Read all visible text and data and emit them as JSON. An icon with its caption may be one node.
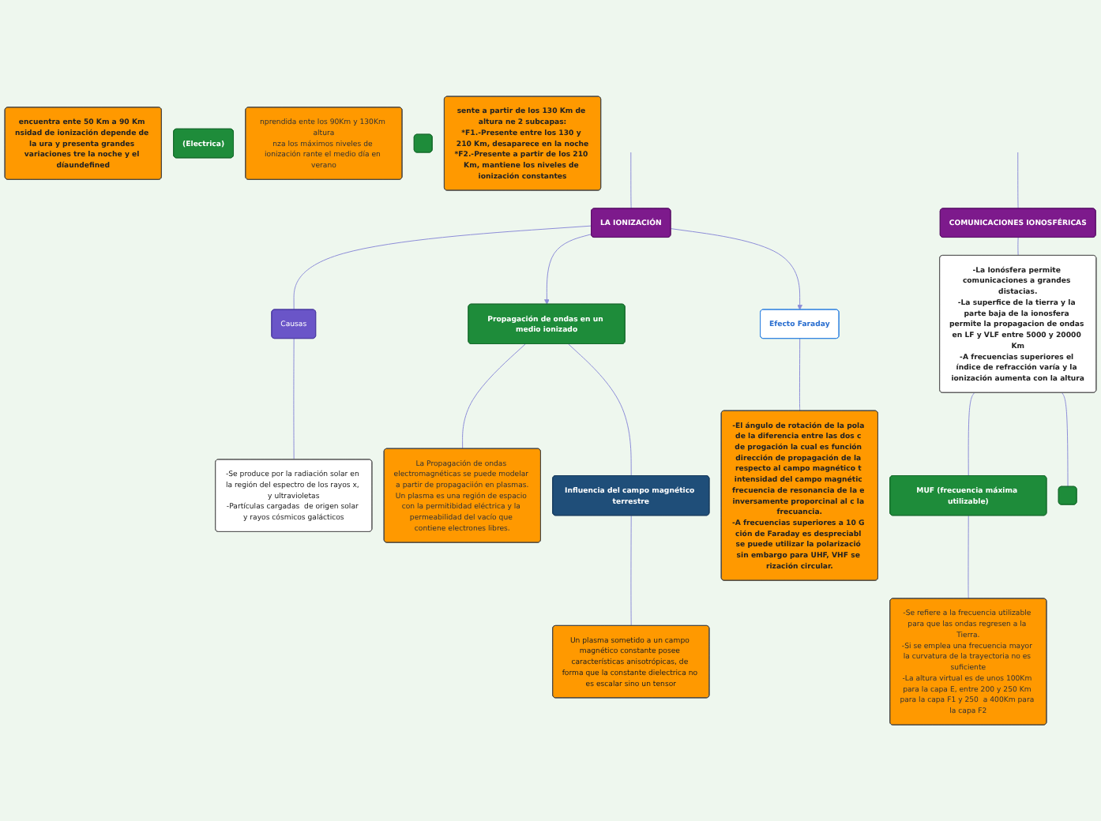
{
  "diagram": {
    "nodes": [
      {
        "text": [
          "LA IONIZACIÓN"
        ]
      },
      {
        "text": [
          "Causas"
        ]
      },
      {
        "text": [
          "-Se produce por la radiación solar en la región del espectro de los rayos x, y ultravioletas",
          "-Partículas cargadas  de origen solar y rayos cósmicos galácticos"
        ]
      },
      {
        "text": [
          "Propagación de ondas en un medio ionizado"
        ]
      },
      {
        "text": [
          "La Propagación de ondas electromagnéticas se puede modelar a partir de propagaciión en plasmas.",
          "Un plasma es una región de espacio con la permitibidad eléctrica y la permeabilidad del vacío que contiene electrones libres."
        ]
      },
      {
        "text": [
          "Influencia del campo magnético terrestre"
        ]
      },
      {
        "text": [
          "Un plasma sometido a un campo magnético constante posee características anisotrópicas, de forma que la constante dielectrica no es escalar sino un tensor"
        ]
      },
      {
        "text": [
          "Efecto Faraday"
        ]
      },
      {
        "text": [
          "-El ángulo de rotación de la pola de la diferencia entre las dos c de progación la cual es función dirección de propagación de la respecto al campo magnético t intensidad del campo magnétic frecuencia de resonancia de la e inversamente proporcinal al c la frecuancia.",
          "-A frecuencias superiores a 10 G ción de Faraday es despreciabl se puede utilizar la polarizació sin embargo para UHF, VHF se rización circular."
        ]
      },
      {
        "text": [
          "COMUNICACIONES IONOSFÉRICAS"
        ]
      },
      {
        "text": [
          "-La Ionósfera permite comunicaciones a grandes distacias.",
          "-La superfice de la tierra y la parte baja de la ionosfera permite la propagacion de ondas en LF y VLF entre 5000 y 20000 Km",
          "-A frecuencias superiores el índice de refracción varía y la ionización aumenta con la altura"
        ]
      },
      {
        "text": [
          "MUF (frecuencia máxima utilizable)"
        ]
      },
      {
        "text": [
          "-Se refiere a la frecuencia utilizable para que las ondas regresen a la Tierra.",
          "-Si se emplea una frecuencia mayor la curvatura de la trayectoria no es suficiente",
          "-La altura virtual es de unos 100Km para la capa E, entre 200 y 250 Km para la capa F1 y 250  a 400Km para la capa F2"
        ]
      },
      {
        "text": [],
        "shape": "box"
      },
      {
        "text": [
          "encuentra ente 50 Km a 90 Km nsidad de ionización depende de la ura y presenta grandes variaciones tre la noche y el díaundefined"
        ]
      },
      {
        "text": [
          "(Electrica)"
        ]
      },
      {
        "text": [
          "nprendida ente los 90Km y 130Km altura",
          "nza los máximos niveles de ionización rante el medio día en verano"
        ]
      },
      {
        "text": [],
        "shape": "box"
      },
      {
        "text": [
          "sente a partir de los 130 Km de altura ne 2 subcapas:",
          "*F1.-Presente entre los 130 y 210 Km, desaparece en la noche",
          "*F2.-Presente a partir de los 210 Km, mantiene los niveles de ionización constantes"
        ]
      }
    ],
    "edges": [
      {
        "from": null,
        "to": 0,
        "arrow": "none"
      },
      {
        "from": 0,
        "to": 1,
        "arrow": "none"
      },
      {
        "from": 1,
        "to": 2,
        "arrow": "none"
      },
      {
        "from": 0,
        "to": 3,
        "arrow": "to"
      },
      {
        "from": 3,
        "to": 4,
        "arrow": "none"
      },
      {
        "from": 3,
        "to": 5,
        "arrow": "none"
      },
      {
        "from": 5,
        "to": 6,
        "arrow": "none"
      },
      {
        "from": 0,
        "to": 7,
        "arrow": "to"
      },
      {
        "from": 7,
        "to": 8,
        "arrow": "none"
      },
      {
        "from": null,
        "to": 9,
        "arrow": "none"
      },
      {
        "from": 9,
        "to": 10,
        "arrow": "none"
      },
      {
        "from": 10,
        "to": 11,
        "arrow": "none"
      },
      {
        "from": 11,
        "to": 12,
        "arrow": "none"
      },
      {
        "from": 10,
        "to": 13,
        "arrow": "none"
      }
    ]
  }
}
